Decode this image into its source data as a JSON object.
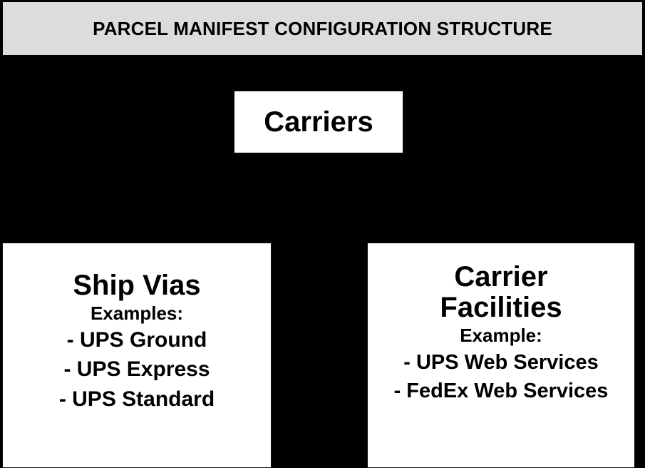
{
  "diagram": {
    "title": "PARCEL MANIFEST CONFIGURATION STRUCTURE",
    "background_color": "#000000",
    "title_background_color": "#dcdcdc",
    "node_background_color": "#ffffff",
    "text_color": "#000000",
    "root": {
      "label": "Carriers"
    },
    "children": [
      {
        "label": "Ship Vias",
        "sublabel": "Examples:",
        "items": [
          "- UPS Ground",
          "- UPS Express",
          "- UPS Standard"
        ]
      },
      {
        "label": "Carrier Facilities",
        "sublabel": "Example:",
        "items": [
          "- UPS Web Services",
          "- FedEx Web Services"
        ]
      }
    ]
  }
}
